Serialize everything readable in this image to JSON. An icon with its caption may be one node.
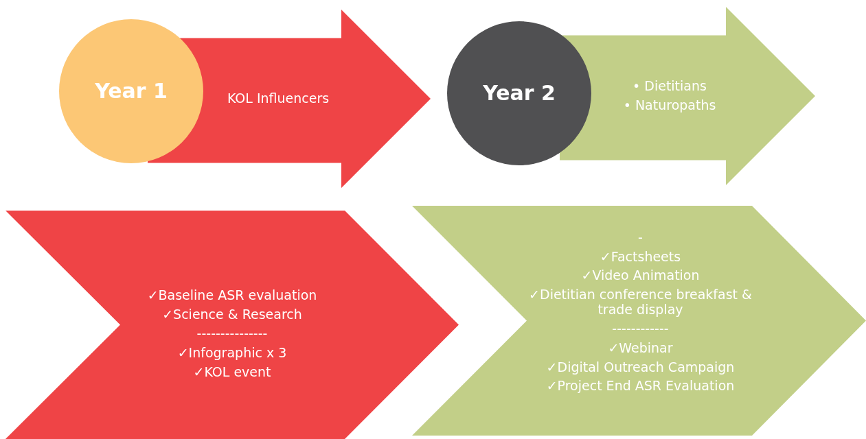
{
  "diagram": {
    "nodes": [
      {
        "text": [
          "Year 1"
        ]
      },
      {
        "text": [
          "KOL Influencers"
        ]
      },
      {
        "text": [
          "Year 2"
        ]
      },
      {
        "text": [
          "• Dietitians",
          "• Naturopaths"
        ]
      },
      {
        "text": [
          "✓Baseline ASR evaluation",
          "✓Science & Research",
          "---------------",
          "✓Infographic x 3",
          "✓KOL event"
        ]
      },
      {
        "text": [
          "-",
          "✓Factsheets",
          "✓Video Animation",
          "✓Dietitian conference breakfast & trade display",
          "------------",
          "✓Webinar",
          "✓Digital Outreach Campaign",
          "✓Project End ASR Evaluation"
        ]
      }
    ],
    "edges": []
  }
}
